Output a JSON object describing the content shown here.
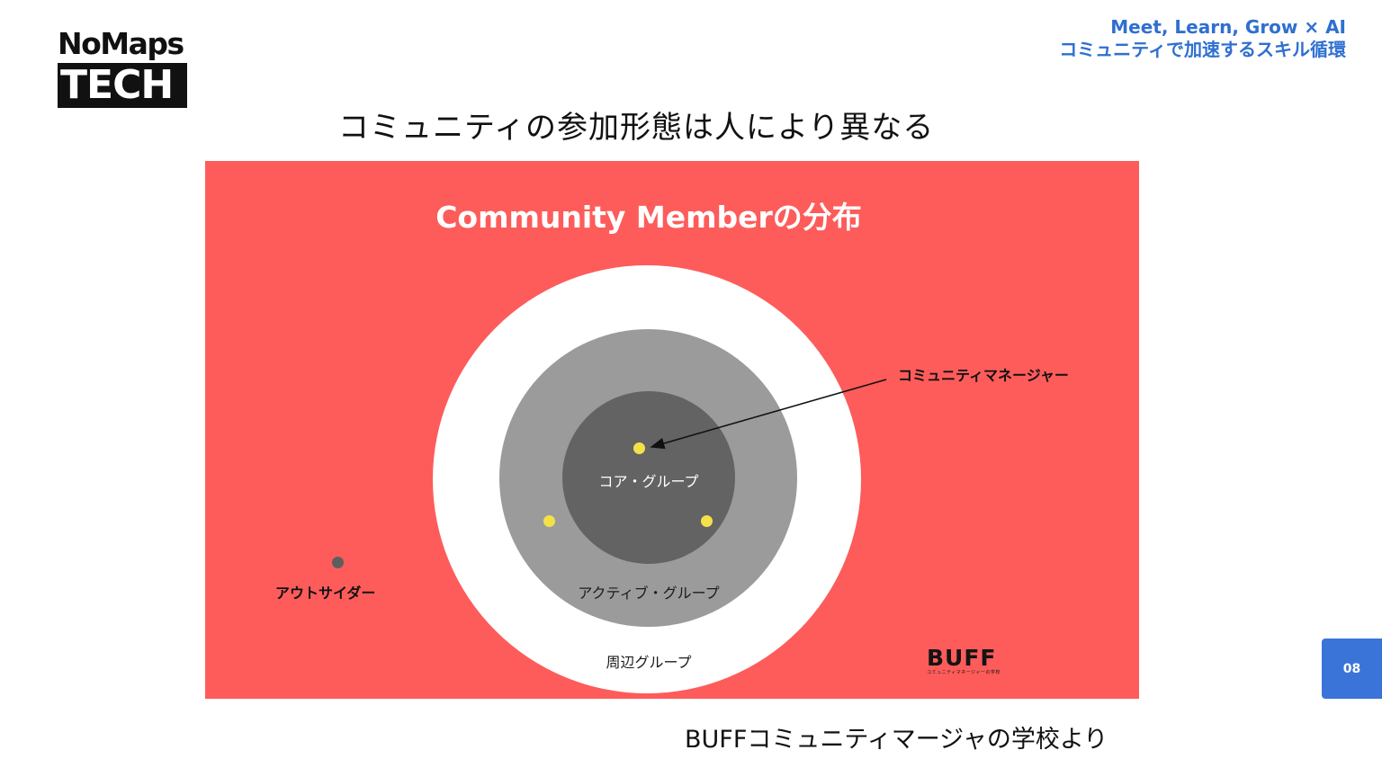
{
  "logo": {
    "line1": "NoMaps",
    "line2": "TECH"
  },
  "tagline": {
    "line1": "Meet, Learn, Grow × AI",
    "line2": "コミュニティで加速するスキル循環",
    "color": "#2f6fd0"
  },
  "slide": {
    "title": "コミュニティの参加形態は人により異なる",
    "caption": "BUFFコミュニティマージャの学校より",
    "page_number": "08"
  },
  "diagram": {
    "title": "Community Memberの分布",
    "background_color": "#fd5c5a",
    "rings": [
      {
        "label": "周辺グループ",
        "color": "#ffffff"
      },
      {
        "label": "アクティブ・グループ",
        "color": "#9b9b9b"
      },
      {
        "label": "コア・グループ",
        "color": "#636363"
      }
    ],
    "outsider_label": "アウトサイダー",
    "manager_label": "コミュニティマネージャー",
    "member_dot_color": "#f4e14a",
    "outsider_dot_color": "#5e5e5e",
    "brand": {
      "name": "BUFF",
      "subtitle": "コミュニティマネージャーの学校"
    }
  }
}
